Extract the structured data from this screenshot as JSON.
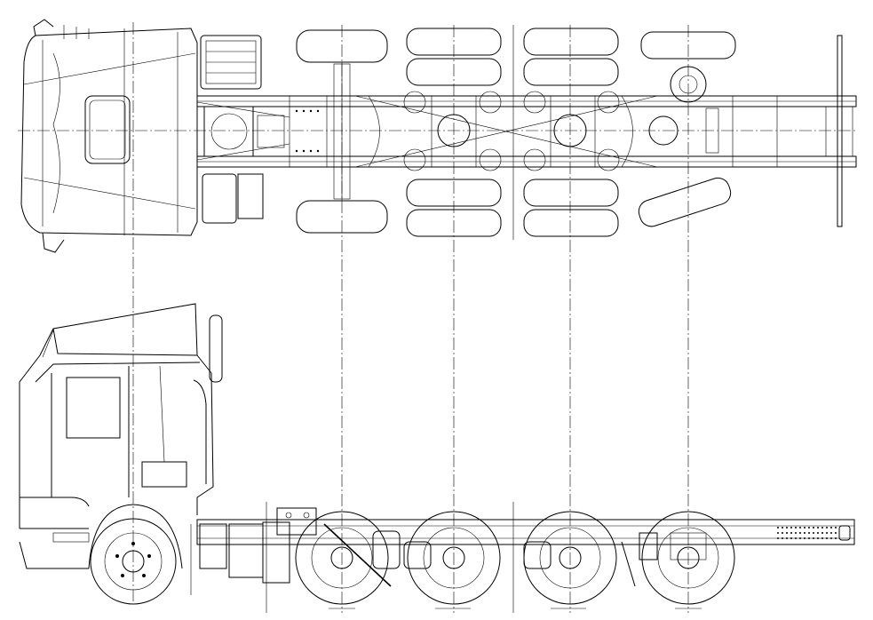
{
  "drawing": {
    "views": [
      "plan",
      "side"
    ],
    "axles": {
      "front": 1,
      "middle_lift": 1,
      "rear_driven": 2,
      "rear_steer": 1
    },
    "colors": {
      "line": "#000000",
      "paper": "#ffffff"
    }
  }
}
